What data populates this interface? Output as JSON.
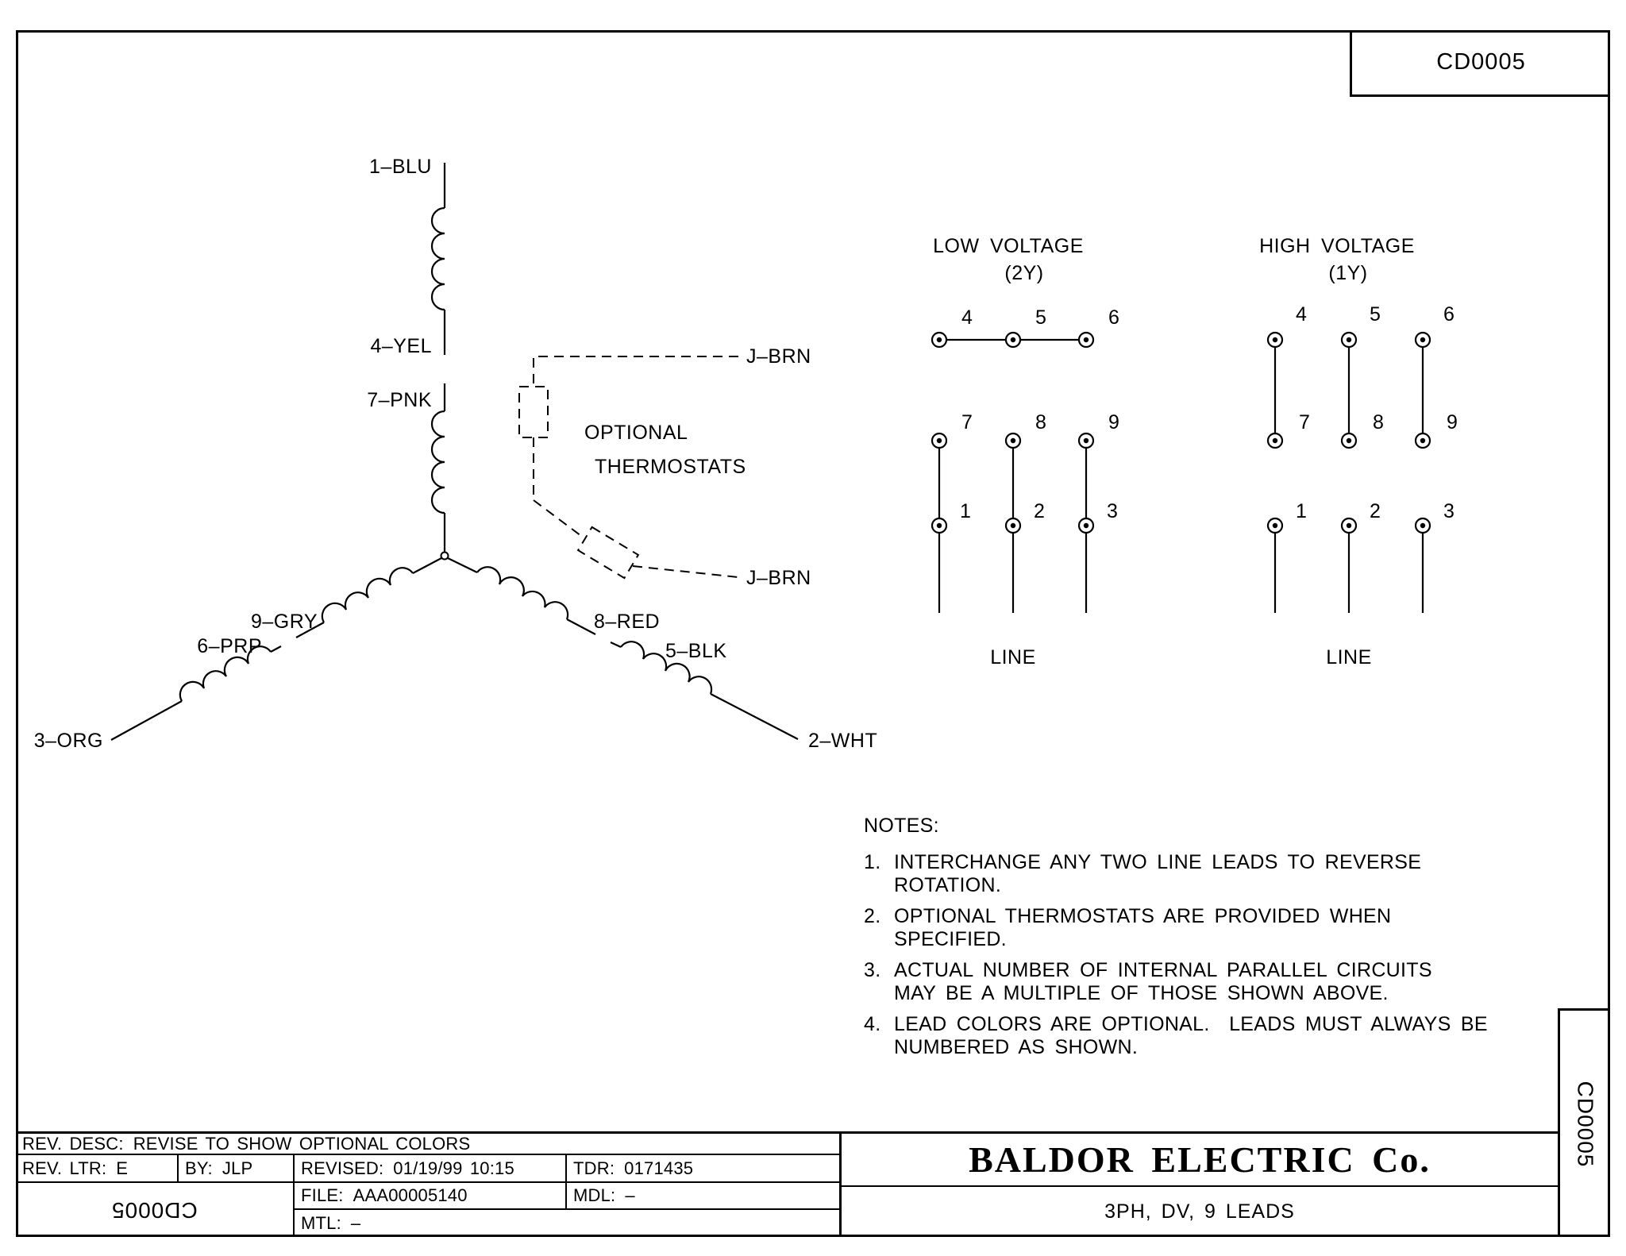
{
  "doc": {
    "number": "CD0005"
  },
  "wye": {
    "leads": {
      "l1": "1–BLU",
      "l4": "4–YEL",
      "l7": "7–PNK",
      "l9": "9–GRY",
      "l6": "6–PRP",
      "l3": "3–ORG",
      "l8": "8–RED",
      "l5": "5–BLK",
      "l2": "2–WHT"
    },
    "thermostat": {
      "top_lead": "J–BRN",
      "bottom_lead": "J–BRN",
      "caption_line1": "OPTIONAL",
      "caption_line2": "THERMOSTATS"
    }
  },
  "low_voltage": {
    "title": "LOW VOLTAGE",
    "subtitle": "(2Y)",
    "terminals": [
      "4",
      "5",
      "6",
      "7",
      "8",
      "9",
      "1",
      "2",
      "3"
    ],
    "line_label": "LINE"
  },
  "high_voltage": {
    "title": "HIGH VOLTAGE",
    "subtitle": "(1Y)",
    "terminals": [
      "4",
      "5",
      "6",
      "7",
      "8",
      "9",
      "1",
      "2",
      "3"
    ],
    "line_label": "LINE"
  },
  "notes": {
    "heading": "NOTES:",
    "items": [
      {
        "num": "1.",
        "lines": [
          "INTERCHANGE ANY TWO LINE LEADS TO REVERSE",
          "ROTATION."
        ]
      },
      {
        "num": "2.",
        "lines": [
          "OPTIONAL THERMOSTATS ARE PROVIDED WHEN",
          "SPECIFIED."
        ]
      },
      {
        "num": "3.",
        "lines": [
          "ACTUAL NUMBER OF INTERNAL PARALLEL CIRCUITS",
          "MAY BE A MULTIPLE OF THOSE SHOWN ABOVE."
        ]
      },
      {
        "num": "4.",
        "lines": [
          "LEAD COLORS ARE OPTIONAL.  LEADS MUST ALWAYS BE",
          "NUMBERED AS SHOWN."
        ]
      }
    ]
  },
  "title_block": {
    "rev_desc_label": "REV. DESC:",
    "rev_desc_value": "REVISE TO SHOW OPTIONAL COLORS",
    "rev_ltr_label": "REV. LTR:",
    "rev_ltr_value": "E",
    "by_label": "BY:",
    "by_value": "JLP",
    "revised_label": "REVISED:",
    "revised_value": "01/19/99 10:15",
    "tdr_label": "TDR:",
    "tdr_value": "0171435",
    "file_label": "FILE:",
    "file_value": "AAA00005140",
    "mdl_label": "MDL:",
    "mdl_value": "–",
    "mtl_label": "MTL:",
    "mtl_value": "–",
    "company": "BALDOR ELECTRIC Co.",
    "description": "3PH, DV, 9 LEADS"
  },
  "colors": {
    "ink": "#000000",
    "paper": "#ffffff"
  }
}
